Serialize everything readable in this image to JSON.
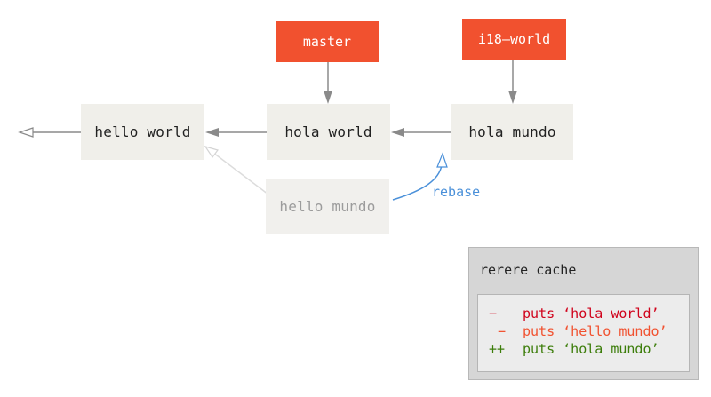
{
  "commits": {
    "hello_world": "hello world",
    "hola_world": "hola world",
    "hola_mundo": "hola mundo",
    "hello_mundo": "hello mundo"
  },
  "branches": {
    "master": "master",
    "i18n_world": "i18—world"
  },
  "rebase_label": "rebase",
  "rerere_cache": {
    "title": "rerere cache",
    "lines": [
      {
        "marker": "−",
        "code": "puts ‘hola world’",
        "color": "#d0021b"
      },
      {
        "marker": "−",
        "code": "puts ‘hello mundo’",
        "color": "#f1512f"
      },
      {
        "marker": "++",
        "code": "puts ‘hola mundo’",
        "color": "#3c7d0a"
      }
    ]
  },
  "colors": {
    "branch_bg": "#f1512f",
    "commit_bg": "#f0efea",
    "arrow": "#8a8a8a",
    "rebase": "#4a90d9"
  }
}
